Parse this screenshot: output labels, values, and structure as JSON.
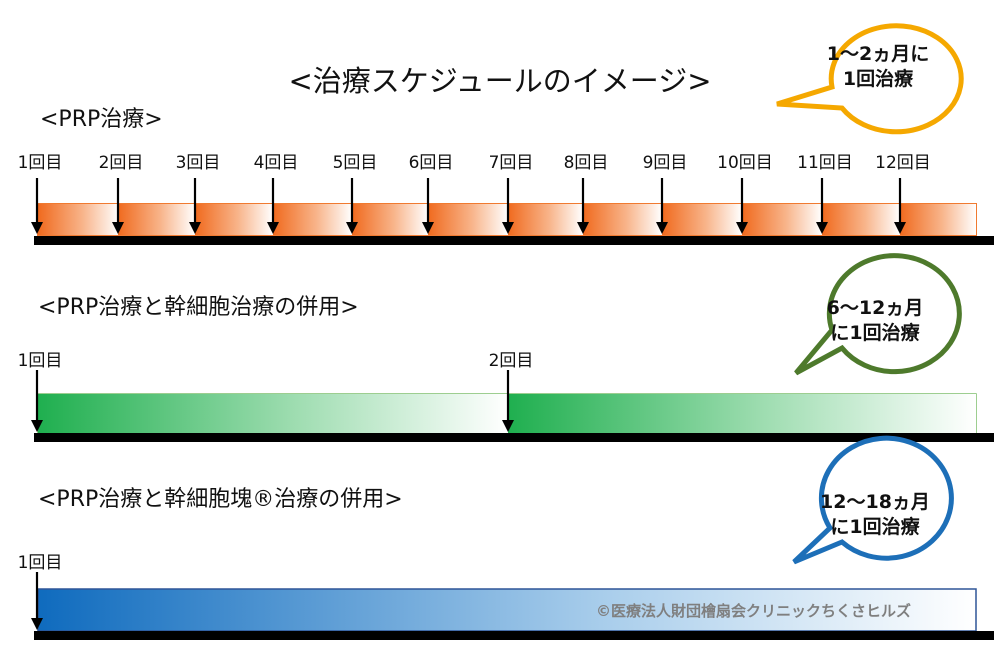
{
  "title": "<治療スケジュールのイメージ>",
  "sections": [
    {
      "label": "<PRP治療>",
      "treatments": [
        "1回目",
        "2回目",
        "3回目",
        "4回目",
        "5回目",
        "6回目",
        "7回目",
        "8回目",
        "9回目",
        "10回目",
        "11回目",
        "12回目"
      ],
      "bubble": [
        "1〜2ヵ月に",
        "1回治療"
      ],
      "color": "#F5A800"
    },
    {
      "label": "<PRP治療と幹細胞治療の併用>",
      "treatments": [
        "1回目",
        "2回目"
      ],
      "bubble": [
        "6〜12ヵ月",
        "に1回治療"
      ],
      "color": "#4E7A2C"
    },
    {
      "label": "<PRP治療と幹細胞塊®治療の併用>",
      "treatments": [
        "1回目"
      ],
      "bubble": [
        "12〜18ヵ月",
        "に1回治療"
      ],
      "color": "#1D6FB8"
    }
  ],
  "watermark": "©医療法人財団檜扇会クリニックちくさヒルズ"
}
